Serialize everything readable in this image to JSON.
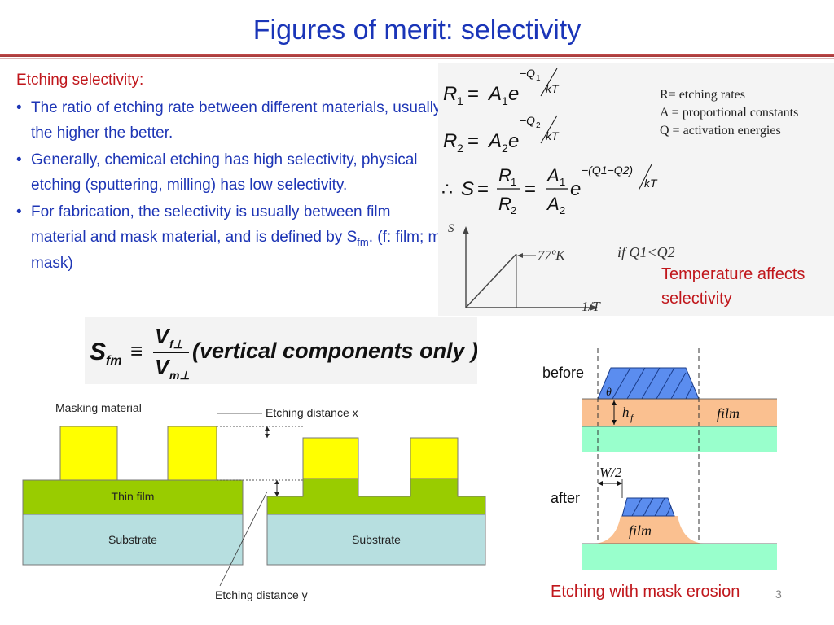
{
  "slide": {
    "title": "Figures of merit: selectivity",
    "page_number": "3"
  },
  "intro": {
    "heading": "Etching selectivity:",
    "bullets": [
      "The ratio of etching rate between different materials, usually the higher the better.",
      "Generally, chemical etching has high selectivity, physical etching (sputtering, milling) has low selectivity.",
      {
        "before": "For fabrication, the selectivity is usually between film material and mask material, and is defined by S",
        "subscript": "fm",
        "after": ". (f: film; m: mask)"
      }
    ]
  },
  "equations": {
    "r1": {
      "lhs": "R",
      "lhs_sub": "1",
      "eq": "=",
      "coef": "A",
      "coef_sub": "1",
      "base": "e",
      "exp_num": "−Q",
      "exp_num_sub": "1",
      "exp_den": "kT"
    },
    "r2": {
      "lhs": "R",
      "lhs_sub": "2",
      "eq": "=",
      "coef": "A",
      "coef_sub": "2",
      "base": "e",
      "exp_num": "−Q",
      "exp_num_sub": "2",
      "exp_den": "kT"
    },
    "s": {
      "therefore": "∴",
      "lhs": "S",
      "eq": "=",
      "num1": "R",
      "num1_sub": "1",
      "den1": "R",
      "den1_sub": "2",
      "num2": "A",
      "num2_sub": "1",
      "den2": "A",
      "den2_sub": "2",
      "base": "e",
      "exp_num": "−(Q1−Q2)",
      "exp_den": "kT"
    },
    "legend": [
      "R= etching rates",
      "A = proportional constants",
      "Q = activation energies"
    ]
  },
  "temperature_plot": {
    "y_label": "S",
    "x_label": "1/T",
    "marker_label": "77ºK",
    "condition": "if Q1<Q2",
    "note": "Temperature affects selectivity"
  },
  "sfm_definition": {
    "lhs": "S",
    "lhs_sub": "fm",
    "equiv": "≡",
    "num": "V",
    "num_sub": "f⊥",
    "den": "V",
    "den_sub": "m⊥",
    "text": "(vertical  components  only )"
  },
  "etch_diagram": {
    "masking_material": "Masking material",
    "etching_distance_x": "Etching distance x",
    "thin_film": "Thin film",
    "substrate_left": "Substrate",
    "substrate_right": "Substrate",
    "etching_distance_y": "Etching distance y",
    "colors": {
      "mask": "#ffff00",
      "film": "#99cc00",
      "substrate": "#b7dfe0"
    }
  },
  "mask_erosion": {
    "before_label": "before",
    "after_label": "after",
    "theta": "θ",
    "hf": "h",
    "hf_sub": "f",
    "film_before": "film",
    "film_after": "film",
    "w2": "W/2",
    "caption": "Etching with mask erosion",
    "colors": {
      "mask": "#5b8def",
      "film": "#fac090",
      "substrate": "#99ffcc"
    }
  }
}
